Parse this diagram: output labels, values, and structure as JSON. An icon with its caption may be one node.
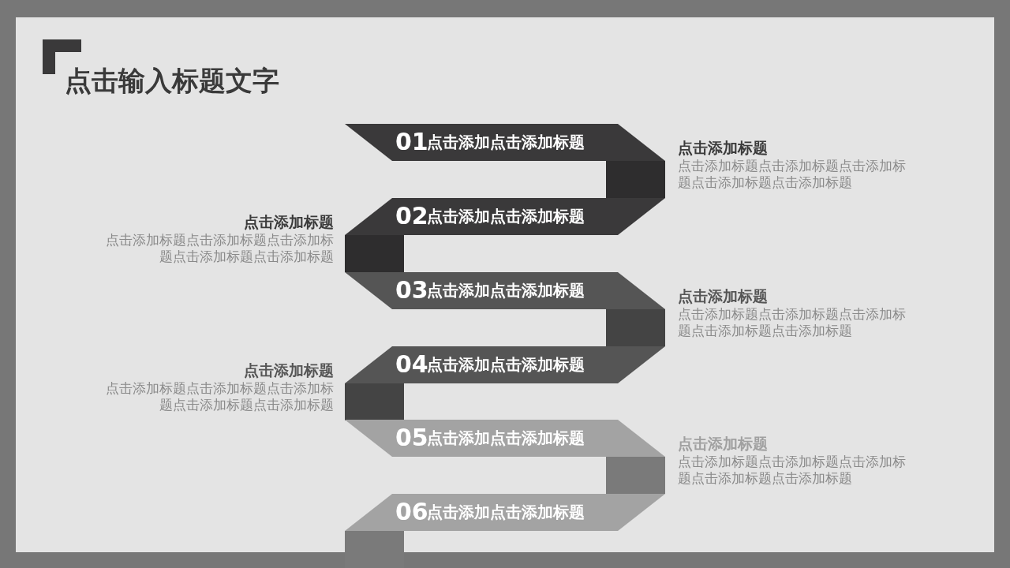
{
  "diagram": {
    "title": "点击输入标题文字",
    "nodes": [
      {
        "text": [
          "01",
          "点击添加点击添加标题"
        ],
        "beside": [
          "点击添加标题",
          "点击添加标题点击添加标题点击添加标题点击添加标题点击添加标题"
        ]
      },
      {
        "text": [],
        "shape": "box"
      },
      {
        "text": [
          "02",
          "点击添加点击添加标题"
        ],
        "beside": [
          "点击添加标题",
          "点击添加标题点击添加标题点击添加标题点击添加标题点击添加标题"
        ]
      },
      {
        "text": [],
        "shape": "box"
      },
      {
        "text": [
          "03",
          "点击添加点击添加标题"
        ],
        "beside": [
          "点击添加标题",
          "点击添加标题点击添加标题点击添加标题点击添加标题点击添加标题"
        ]
      },
      {
        "text": [],
        "shape": "box"
      },
      {
        "text": [
          "04",
          "点击添加点击添加标题"
        ],
        "beside": [
          "点击添加标题",
          "点击添加标题点击添加标题点击添加标题点击添加标题点击添加标题"
        ]
      },
      {
        "text": [],
        "shape": "box"
      },
      {
        "text": [
          "05",
          "点击添加点击添加标题"
        ],
        "beside": [
          "点击添加标题",
          "点击添加标题点击添加标题点击添加标题点击添加标题点击添加标题"
        ]
      },
      {
        "text": [],
        "shape": "box"
      },
      {
        "text": [
          "06",
          "点击添加点击添加标题"
        ]
      },
      {
        "text": [],
        "shape": "box"
      }
    ]
  }
}
